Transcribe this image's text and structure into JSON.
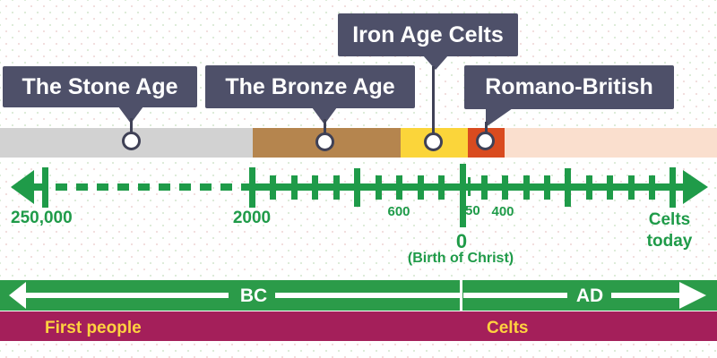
{
  "callouts": [
    {
      "label": "The Stone Age"
    },
    {
      "label": "The Bronze Age"
    },
    {
      "label": "Iron Age Celts"
    },
    {
      "label": "Romano-British"
    }
  ],
  "era_band": {
    "segments": [
      {
        "name": "stone-age",
        "color": "#d2d2d2"
      },
      {
        "name": "bronze-age",
        "color": "#b5854e"
      },
      {
        "name": "iron-age",
        "color": "#fbd53a"
      },
      {
        "name": "romano-british",
        "color": "#d94b1f"
      },
      {
        "name": "after-roman",
        "color": "#fadfce"
      }
    ]
  },
  "timeline": {
    "color": "#1f9b49",
    "labels": {
      "far_left": "250,000",
      "bronze_start": "2000",
      "iron_start": "600",
      "zero": "0",
      "zero_caption": "(Birth of Christ)",
      "fifty": "50",
      "four_hundred": "400",
      "today_line1": "Celts",
      "today_line2": "today"
    }
  },
  "bc_ad_band": {
    "color": "#2b9b49",
    "bc_label": "BC",
    "ad_label": "AD"
  },
  "period_band": {
    "color": "#a41f5a",
    "text_color": "#ffd23f",
    "left_label": "First people",
    "right_label": "Celts"
  },
  "colors": {
    "callout_bg": "#4e5069",
    "connector": "#3f4156"
  }
}
